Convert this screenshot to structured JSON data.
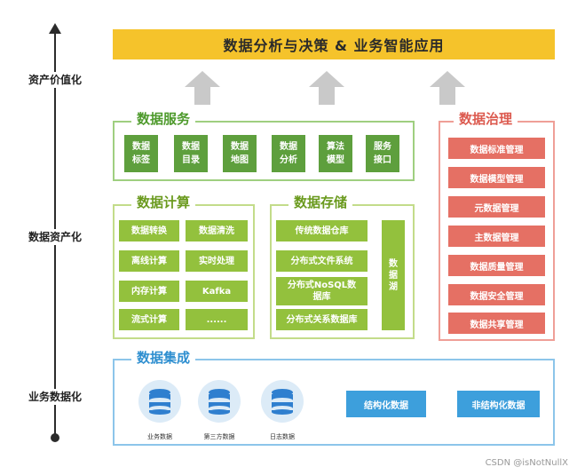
{
  "axis": {
    "levels": [
      "资产价值化",
      "数据资产化",
      "业务数据化"
    ]
  },
  "banner": {
    "title": "数据分析与决策 & 业务智能应用"
  },
  "data_service": {
    "title": "数据服务",
    "tiles": [
      "数据\n标签",
      "数据\n目录",
      "数据\n地图",
      "数据\n分析",
      "算法\n模型",
      "服务\n接口"
    ]
  },
  "data_governance": {
    "title": "数据治理",
    "items": [
      "数据标准管理",
      "数据模型管理",
      "元数据管理",
      "主数据管理",
      "数据质量管理",
      "数据安全管理",
      "数据共享管理"
    ]
  },
  "data_compute": {
    "title": "数据计算",
    "tiles": [
      "数据转换",
      "数据清洗",
      "离线计算",
      "实时处理",
      "内存计算",
      "Kafka",
      "流式计算",
      "......"
    ]
  },
  "data_storage": {
    "title": "数据存储",
    "items": [
      "传统数据仓库",
      "分布式文件系统",
      "分布式NoSQL数\n据库",
      "分布式关系数据库"
    ],
    "lake": "数\n据\n湖"
  },
  "data_integration": {
    "title": "数据集成",
    "sources": [
      "业务数据",
      "第三方数据",
      "日志数据"
    ],
    "types": [
      "结构化数据",
      "非结构化数据"
    ]
  },
  "watermark": "CSDN @isNotNullX",
  "colors": {
    "banner": "#f5c32b",
    "service_green": "#5e9f3d",
    "compute_lime": "#93c13d",
    "governance_red": "#e57064",
    "integration_blue": "#3d9fdc"
  },
  "icons": {
    "up_arrow": "up-arrow-icon",
    "database": "database-icon"
  }
}
